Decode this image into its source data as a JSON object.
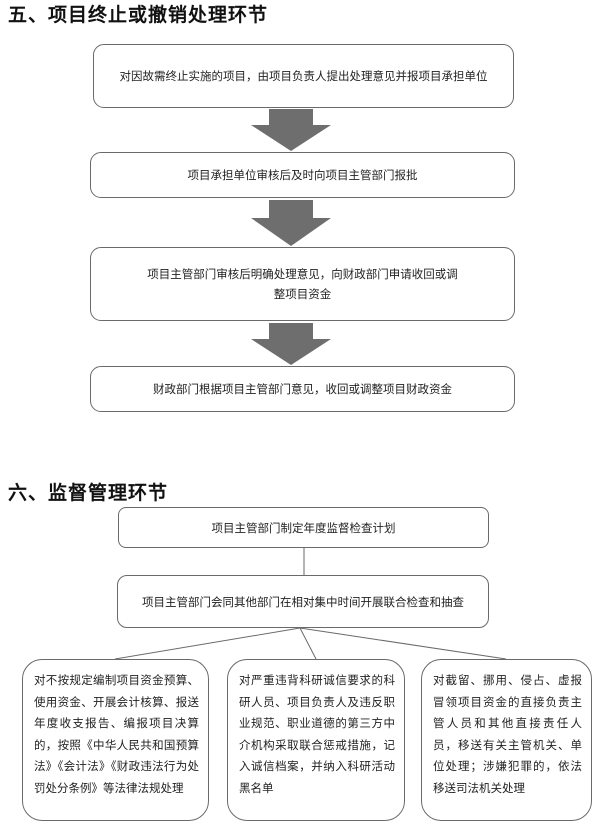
{
  "section5": {
    "heading": "五、项目终止或撤销处理环节",
    "steps": [
      "对因故需终止实施的项目，由项目负责人提出处理意见并报项目承担单位",
      "项目承担单位审核后及时向项目主管部门报批",
      "项目主管部门审核后明确处理意见，向财政部门申请收回或调整项目资金",
      "财政部门根据项目主管部门意见，收回或调整项目财政资金"
    ]
  },
  "section6": {
    "heading": "六、监督管理环节",
    "plan": "项目主管部门制定年度监督检查计划",
    "joint_check": "项目主管部门会同其他部门在相对集中时间开展联合检查和抽查",
    "outcomes": [
      "对不按规定编制项目资金预算、使用资金、开展会计核算、报送年度收支报告、编报项目决算的，按照《中华人民共和国预算法》《会计法》《财政违法行为处罚处分条例》等法律法规处理",
      "对严重违背科研诚信要求的科研人员、项目负责人及违反职业规范、职业道德的第三方中介机构采取联合惩戒措施，记入诚信档案，并纳入科研活动黑名单",
      "对截留、挪用、侵占、虚报冒领项目资金的直接负责主管人员和其他直接责任人员，移送有关主管机关、单位处理；涉嫌犯罪的，依法移送司法机关处理"
    ]
  },
  "colors": {
    "arrow": "#6e6e6e",
    "border": "#6a6a6a"
  }
}
